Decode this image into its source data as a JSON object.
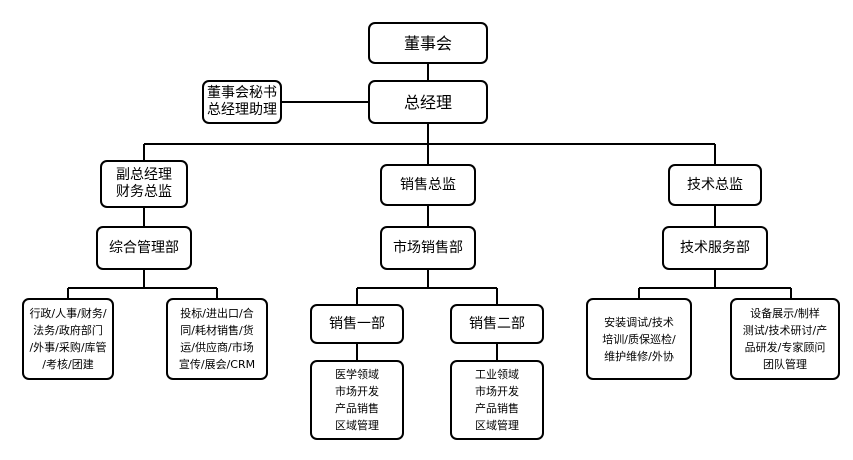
{
  "board": "董事会",
  "secretary": [
    "董事会秘书",
    "总经理助理"
  ],
  "gm": "总经理",
  "vp": [
    "副总经理",
    "财务总监"
  ],
  "sales_director": "销售总监",
  "tech_director": "技术总监",
  "admin_dept": "综合管理部",
  "marketing_dept": "市场销售部",
  "tech_service_dept": "技术服务部",
  "admin_duties_1": [
    "行政/人事/财务/",
    "法务/政府部门",
    "/外事/采购/库管",
    "/考核/团建"
  ],
  "admin_duties_2": [
    "投标/进出口/合",
    "同/耗材销售/货",
    "运/供应商/市场",
    "宣传/展会/CRM"
  ],
  "sales_dept_1": "销售一部",
  "sales_dept_2": "销售二部",
  "sales_1_duties": [
    "医学领域",
    "市场开发",
    "产品销售",
    "区域管理"
  ],
  "sales_2_duties": [
    "工业领域",
    "市场开发",
    "产品销售",
    "区域管理"
  ],
  "tech_duties_1": [
    "安装调试/技术",
    "培训/质保巡检/",
    "维护维修/外协"
  ],
  "tech_duties_2": [
    "设备展示/制样",
    "测试/技术研讨/产",
    "品研发/专家顾问",
    "团队管理"
  ]
}
